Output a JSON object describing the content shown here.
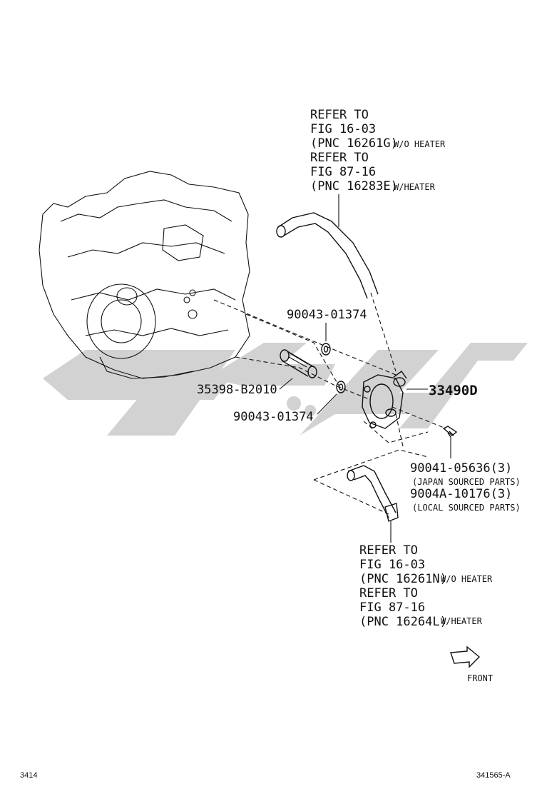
{
  "watermark": {
    "color": "#cfcfcf"
  },
  "refs_top": {
    "line1": "REFER TO",
    "line2": "FIG 16-03",
    "line3": "(PNC 16261G)",
    "note3": "W/O HEATER",
    "line4": "REFER TO",
    "line5": "FIG 87-16",
    "line6": "(PNC 16283E)",
    "note6": "W/HEATER"
  },
  "refs_bottom": {
    "line1": "REFER TO",
    "line2": "FIG 16-03",
    "line3": "(PNC 16261N)",
    "note3": "W/O HEATER",
    "line4": "REFER TO",
    "line5": "FIG 87-16",
    "line6": "(PNC 16264L)",
    "note6": "W/HEATER"
  },
  "parts": {
    "gasket_top": "90043-01374",
    "pipe": "35398-B2010",
    "gasket_bottom": "90043-01374",
    "cooler": "33490D",
    "bolt_japan": "90041-05636(3)",
    "bolt_japan_note": "(JAPAN SOURCED PARTS)",
    "bolt_local": "9004A-10176(3)",
    "bolt_local_note": "(LOCAL SOURCED PARTS)"
  },
  "front_label": "FRONT",
  "footer": {
    "page": "3414",
    "code": "341565-A"
  }
}
